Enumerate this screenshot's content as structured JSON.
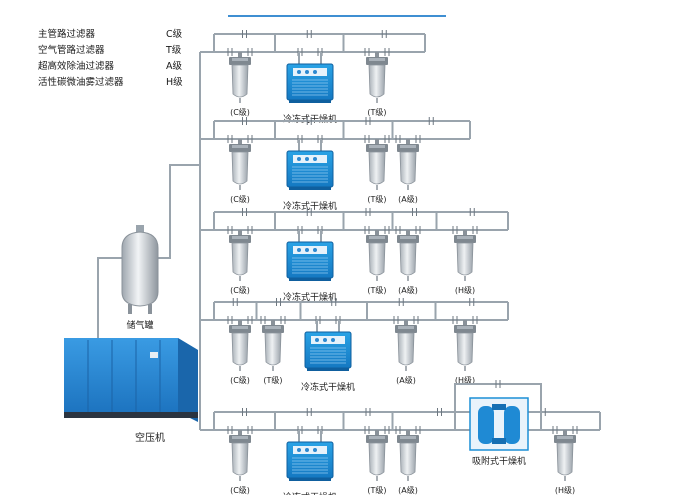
{
  "legend": [
    {
      "name": "主管路过滤器",
      "grade": "C级"
    },
    {
      "name": "空气管路过滤器",
      "grade": "T级"
    },
    {
      "name": "超高效除油过滤器",
      "grade": "A级"
    },
    {
      "name": "活性碳微油雾过滤器",
      "grade": "H级"
    }
  ],
  "labels": {
    "tank": "储气罐",
    "compressor": "空压机",
    "refrigerated_dryer": "冷冻式干燥机",
    "adsorption_dryer": "吸附式干燥机",
    "c_grade": "(C级)",
    "t_grade": "(T级)",
    "a_grade": "(A级)",
    "h_grade": "(H级)"
  },
  "colors": {
    "pipe": "#9aa4ad",
    "filter_body": "#c9ced3",
    "dryer_blue": "#1c8fd6",
    "compressor_blue": "#2f8fd8",
    "accent_line": "#3f8fd2"
  }
}
